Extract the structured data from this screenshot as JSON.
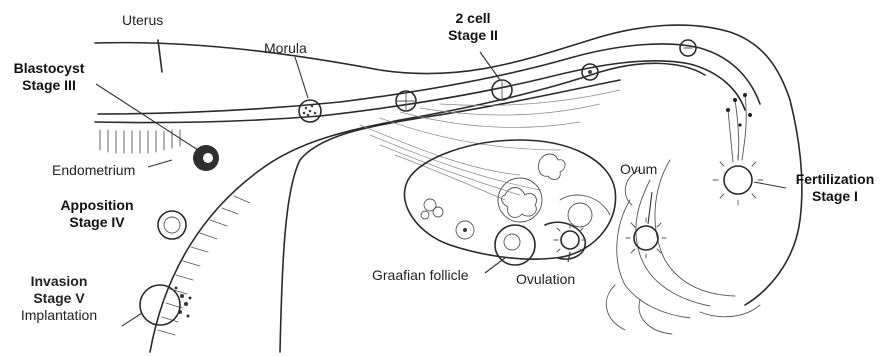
{
  "labels": {
    "uterus": "Uterus",
    "morula": "Morula",
    "two_cell_line1": "2 cell",
    "two_cell_line2": "Stage II",
    "blastocyst_line1": "Blastocyst",
    "blastocyst_line2": "Stage III",
    "endometrium": "Endometrium",
    "apposition_line1": "Apposition",
    "apposition_line2": "Stage IV",
    "invasion_line1": "Invasion",
    "invasion_line2": "Stage V",
    "implantation": "Implantation",
    "graafian_follicle": "Graafian follicle",
    "ovulation": "Ovulation",
    "ovum": "Ovum",
    "fertilization_line1": "Fertilization",
    "fertilization_line2": "Stage I"
  }
}
